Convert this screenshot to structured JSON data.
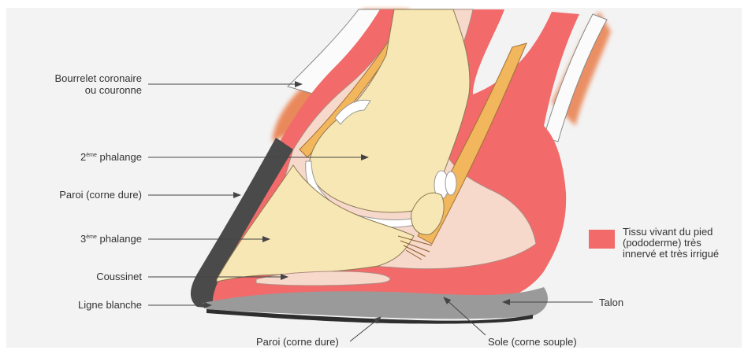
{
  "labels": {
    "bourrelet_line1": "Bourrelet coronaire",
    "bourrelet_line2": "ou couronne",
    "phalange2_prefix": "2",
    "phalange2_sup": "ème",
    "phalange2_suffix": " phalange",
    "paroi_left": "Paroi (corne dure)",
    "phalange3_prefix": "3",
    "phalange3_sup": "ème",
    "phalange3_suffix": " phalange",
    "coussinet": "Coussinet",
    "ligne_blanche": "Ligne blanche",
    "paroi_bottom": "Paroi (corne dure)",
    "sole": "Sole (corne souple)",
    "talon": "Talon"
  },
  "legend": {
    "line1": "Tissu vivant du pied",
    "line2": "(pododerme) très",
    "line3": "innervé et très irrigué"
  },
  "colors": {
    "panel": "#f3f3f3",
    "living_tissue": "#f26a6a",
    "bone": "#f7e7b4",
    "hard_horn": "#4a4a4a",
    "soft_sole": "#9a9a9a",
    "tendon": "#f2b65c",
    "hair": "#e8763f",
    "pink_tissue": "#f7d9cc",
    "arrow": "#444444"
  }
}
